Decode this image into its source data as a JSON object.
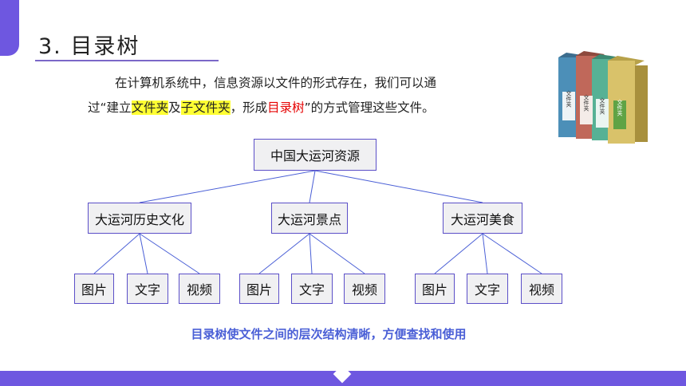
{
  "slide": {
    "title": "3. 目录树",
    "paragraph": {
      "line1": "在计算机系统中，信息资源以文件的形式存在，我们可以通",
      "line2_a": "过“建立",
      "hl1": "文件夹",
      "line2_b": "及",
      "hl2": "子文件夹",
      "line2_c": "，形成",
      "hl3": "目录树",
      "line2_d": "”的方式管理这些文件。"
    },
    "tree": {
      "root": "中国大运河资源",
      "branches": [
        {
          "label": "大运河历史文化",
          "children": [
            "图片",
            "文字",
            "视频"
          ]
        },
        {
          "label": "大运河景点",
          "children": [
            "图片",
            "文字",
            "视频"
          ]
        },
        {
          "label": "大运河美食",
          "children": [
            "图片",
            "文字",
            "视频"
          ]
        }
      ]
    },
    "caption": "目录树使文件之间的层次结构清晰，方便查找和使用",
    "binder_labels": [
      "文件夹",
      "文件夹",
      "文件夹",
      "文件夹"
    ],
    "colors": {
      "accent": "#6e57e0",
      "node_border": "#5b4fc8",
      "line": "#4a5fd6",
      "highlight_yellow": "#ffff33",
      "highlight_red": "#e60000",
      "caption": "#4a5fd6"
    }
  }
}
